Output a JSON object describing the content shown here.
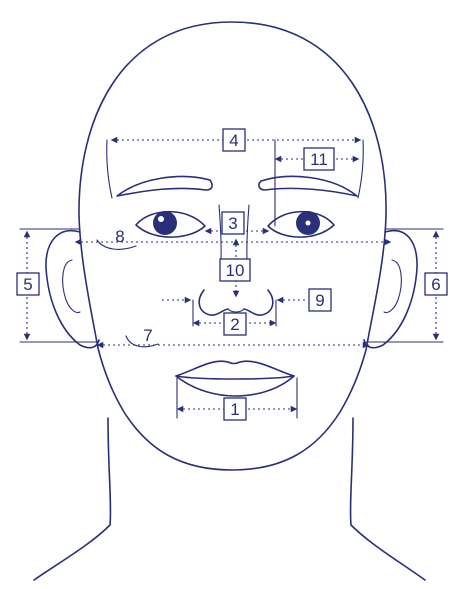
{
  "colors": {
    "line": "#2a2f7a",
    "background": "#ffffff"
  },
  "labels": {
    "m1": "1",
    "m2": "2",
    "m3": "3",
    "m4": "4",
    "m5": "5",
    "m6": "6",
    "m7": "7",
    "m8": "8",
    "m9": "9",
    "m10": "10",
    "m11": "11"
  }
}
